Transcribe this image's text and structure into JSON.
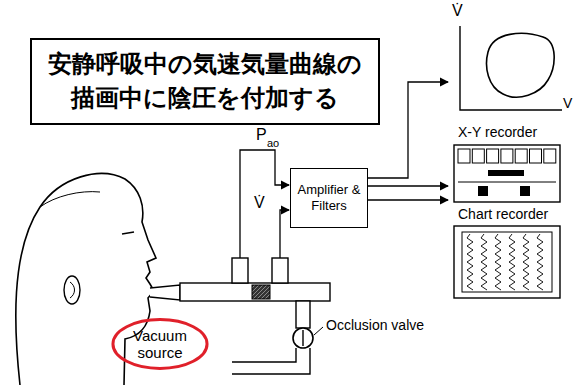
{
  "diagram": {
    "nodes": [
      {
        "text": [
          "安静呼吸中の気速気量曲線の 描画中に陰圧を付加する"
        ]
      },
      {
        "text": [
          "Amplifier & Filters"
        ]
      },
      {
        "text": [
          "X-Y recorder"
        ]
      },
      {
        "text": [
          "Chart recorder"
        ]
      },
      {
        "text": [
          "Vacuum source"
        ]
      }
    ],
    "edges": [
      {
        "from": 1,
        "to": 2,
        "arrow": "to"
      },
      {
        "from": 1,
        "to": 3,
        "arrow": "to"
      },
      {
        "from": 1,
        "to": 3,
        "arrow": "to"
      }
    ],
    "labels": [
      "P",
      "ao",
      "V̇",
      "V̇",
      "V",
      "Occlusion valve"
    ]
  }
}
